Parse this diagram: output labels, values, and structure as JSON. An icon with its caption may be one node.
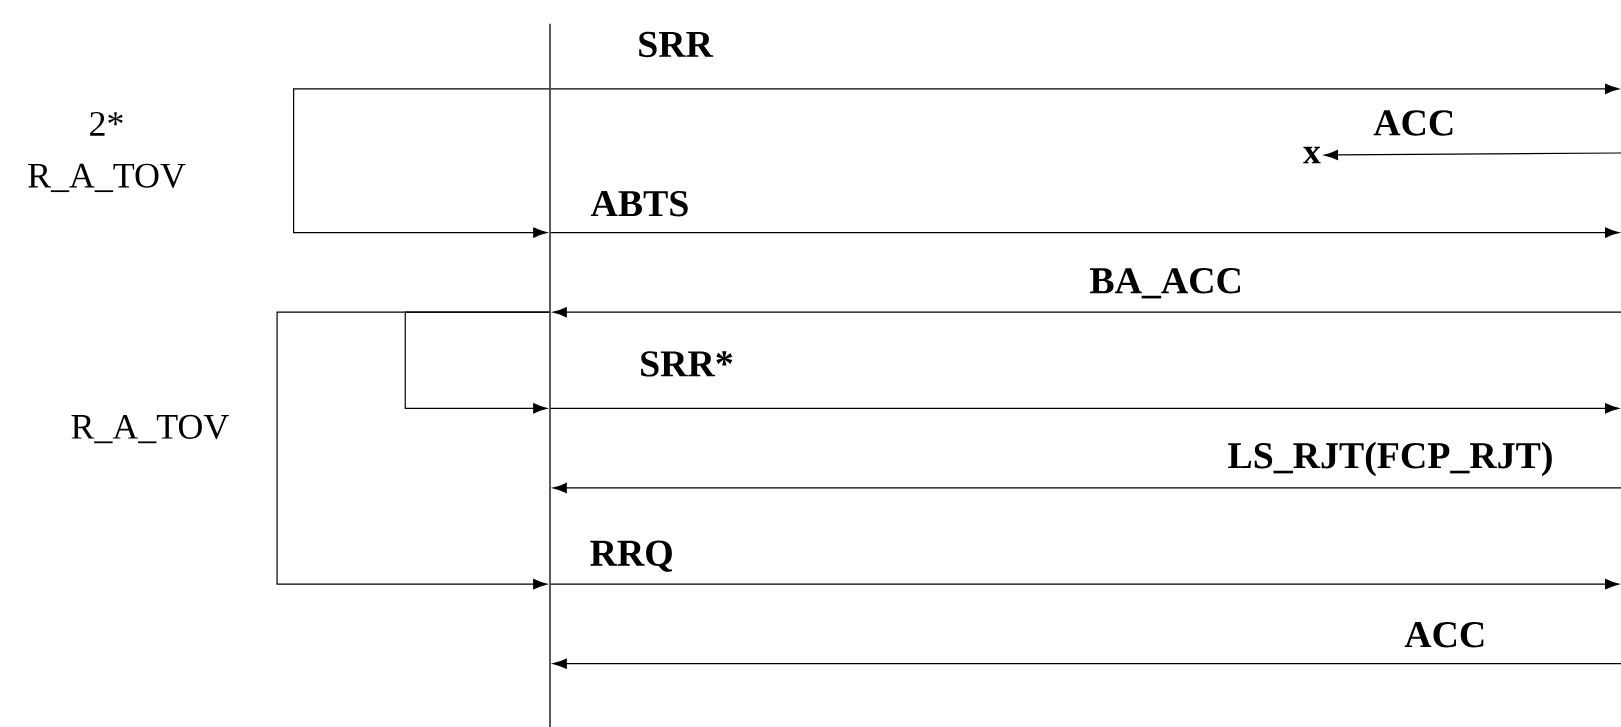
{
  "diagram": {
    "nodes": [
      {
        "text": [],
        "shape": "bar"
      },
      {
        "text": [
          "x"
        ]
      }
    ],
    "edges": [
      {
        "from": 0,
        "to": null,
        "arrow": "to",
        "label": "SRR"
      },
      {
        "from": null,
        "to": 1,
        "arrow": "to",
        "label": "ACC"
      },
      {
        "from": 0,
        "to": null,
        "arrow": "to",
        "label": "ABTS"
      },
      {
        "from": null,
        "to": 0,
        "arrow": "to",
        "label": "BA_ACC"
      },
      {
        "from": 0,
        "to": null,
        "arrow": "to",
        "label": "SRR*"
      },
      {
        "from": null,
        "to": 0,
        "arrow": "to",
        "label": "LS_RJT(FCP_RJT)"
      },
      {
        "from": 0,
        "to": null,
        "arrow": "to",
        "label": "RRQ"
      },
      {
        "from": null,
        "to": 0,
        "arrow": "to",
        "label": "ACC"
      },
      {
        "from": 0,
        "to": 0,
        "arrow": "to"
      },
      {
        "from": 0,
        "to": 0,
        "arrow": "to"
      },
      {
        "from": 0,
        "to": 0,
        "arrow": "to"
      }
    ],
    "labels": [
      "2* R_A_TOV",
      "R_A_TOV"
    ]
  }
}
